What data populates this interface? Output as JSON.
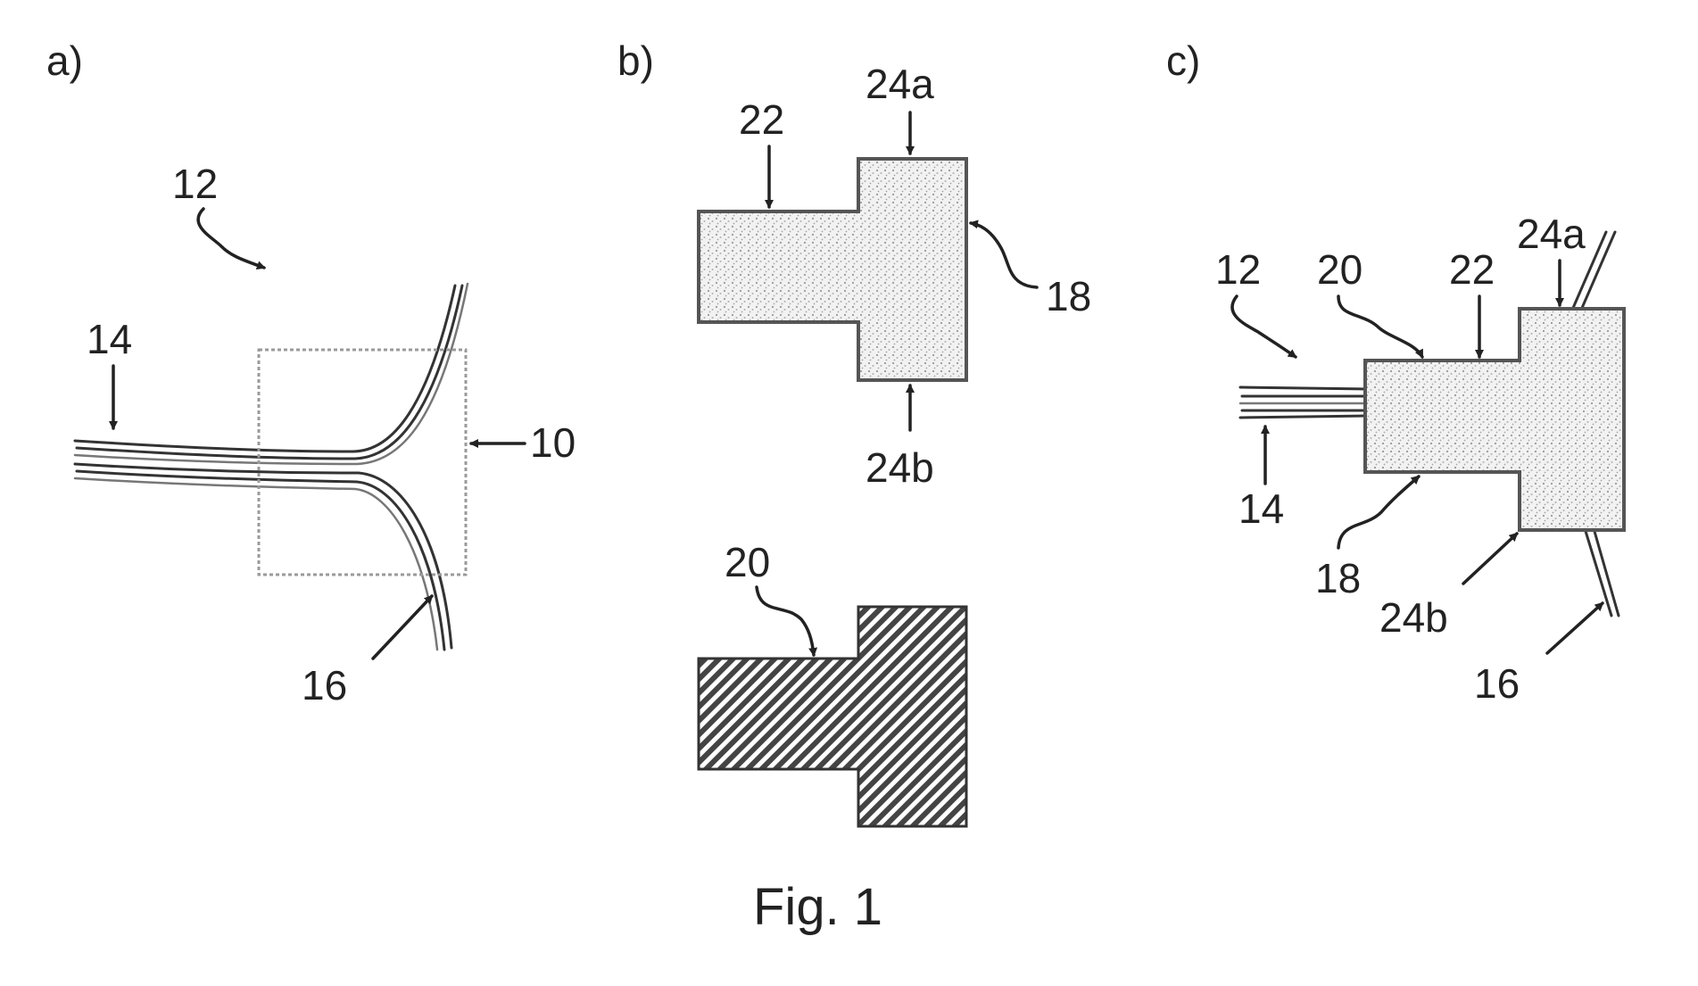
{
  "colors": {
    "ink": "#222222",
    "stipple_fill": "#f2f2f2",
    "stipple_dot": "#9a9a9a",
    "hatch_fill": "#444444",
    "frame": "#9a9a9a"
  },
  "panel_a": {
    "title": "a)",
    "labels": {
      "device": "10",
      "tow": "12",
      "tow_end": "14",
      "fiber": "16"
    }
  },
  "panel_b": {
    "title": "b)",
    "labels": {
      "insert": "18",
      "step": "22",
      "top_face": "24a",
      "bottom_face": "24b",
      "mould_part": "20"
    }
  },
  "panel_c": {
    "title": "c)",
    "labels": {
      "tow": "12",
      "mould_part": "20",
      "step": "22",
      "top_face": "24a",
      "tow_end": "14",
      "insert": "18",
      "bottom_face": "24b",
      "fiber": "16"
    }
  },
  "caption": "Fig. 1"
}
